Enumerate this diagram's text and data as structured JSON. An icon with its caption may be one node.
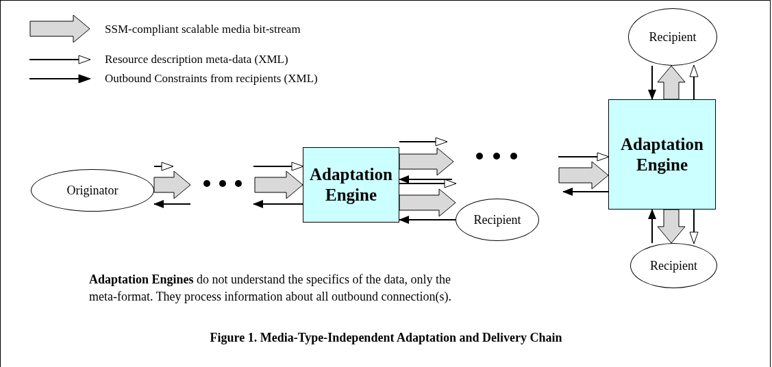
{
  "diagram": {
    "caption": "Figure 1. Media-Type-Independent Adaptation and Delivery Chain",
    "nodes": [
      {
        "text": [
          "Originator"
        ]
      },
      {
        "text": [
          "Adaptation Engine"
        ]
      },
      {
        "text": [
          "Recipient"
        ]
      },
      {
        "text": [
          "Adaptation Engine"
        ]
      },
      {
        "text": [
          "Recipient"
        ]
      },
      {
        "text": [
          "Recipient"
        ]
      }
    ],
    "edges": [
      {
        "from": 0,
        "to": null,
        "arrow": "to",
        "style": "thick",
        "color": "#d9d9d9"
      },
      {
        "from": 0,
        "to": null,
        "arrow": "to"
      },
      {
        "from": null,
        "to": 0,
        "arrow": "to",
        "color": "#000000"
      },
      {
        "from": null,
        "to": 1,
        "arrow": "to",
        "style": "thick",
        "color": "#d9d9d9"
      },
      {
        "from": null,
        "to": 1,
        "arrow": "to"
      },
      {
        "from": 1,
        "to": null,
        "arrow": "to",
        "color": "#000000"
      },
      {
        "from": 1,
        "to": null,
        "arrow": "to",
        "style": "thick",
        "color": "#d9d9d9"
      },
      {
        "from": 1,
        "to": null,
        "arrow": "to"
      },
      {
        "from": null,
        "to": 1,
        "arrow": "to",
        "color": "#000000"
      },
      {
        "from": 1,
        "to": 2,
        "arrow": "to",
        "style": "thick",
        "color": "#d9d9d9"
      },
      {
        "from": 1,
        "to": 2,
        "arrow": "to"
      },
      {
        "from": 2,
        "to": 1,
        "arrow": "to",
        "color": "#000000"
      },
      {
        "from": null,
        "to": 3,
        "arrow": "to",
        "style": "thick",
        "color": "#d9d9d9"
      },
      {
        "from": null,
        "to": 3,
        "arrow": "to"
      },
      {
        "from": 3,
        "to": null,
        "arrow": "to",
        "color": "#000000"
      },
      {
        "from": 3,
        "to": 4,
        "arrow": "to",
        "style": "thick",
        "color": "#d9d9d9"
      },
      {
        "from": 3,
        "to": 4,
        "arrow": "to"
      },
      {
        "from": 4,
        "to": 3,
        "arrow": "to",
        "color": "#000000"
      },
      {
        "from": 3,
        "to": 5,
        "arrow": "to",
        "style": "thick",
        "color": "#d9d9d9"
      },
      {
        "from": 3,
        "to": 5,
        "arrow": "to"
      },
      {
        "from": 5,
        "to": 3,
        "arrow": "to",
        "color": "#000000"
      }
    ],
    "labels": [
      "**Adaptation Engines** do not understand the specifics of the data, only the meta-format. They process information about all outbound connection(s)."
    ],
    "legend": [
      {
        "text": "SSM-compliant scalable media bit-stream"
      },
      {
        "text": "Resource description meta-data (XML)"
      },
      {
        "text": "Outbound Constraints from recipients (XML)"
      }
    ]
  }
}
